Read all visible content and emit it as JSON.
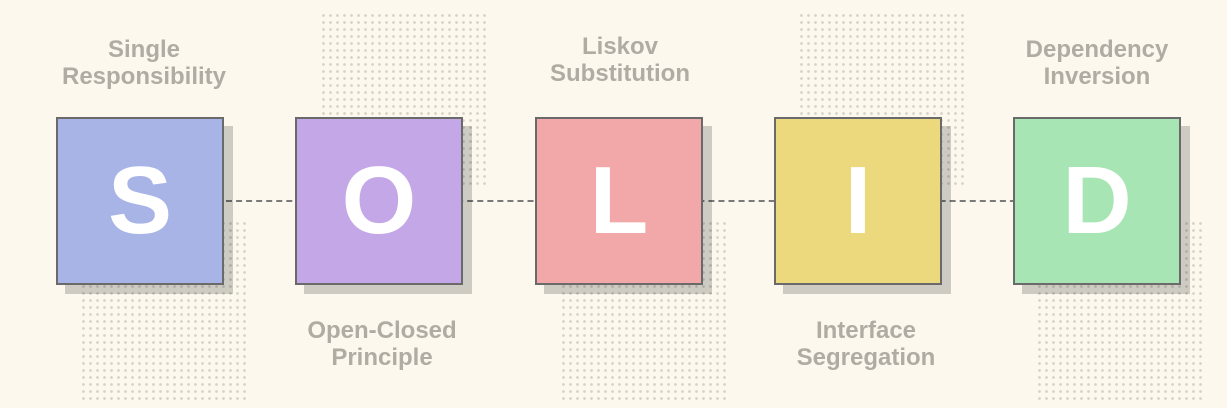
{
  "principles": [
    {
      "letter": "S",
      "line1": "Single",
      "line2": "Responsibility",
      "color": "#a8b4e6"
    },
    {
      "letter": "O",
      "line1": "Open-Closed",
      "line2": "Principle",
      "color": "#c4a7e6"
    },
    {
      "letter": "L",
      "line1": "Liskov",
      "line2": "Substitution",
      "color": "#f2a8a8"
    },
    {
      "letter": "I",
      "line1": "Interface",
      "line2": "Segregation",
      "color": "#ecd97e"
    },
    {
      "letter": "D",
      "line1": "Dependency",
      "line2": "Inversion",
      "color": "#a7e6b4"
    }
  ]
}
